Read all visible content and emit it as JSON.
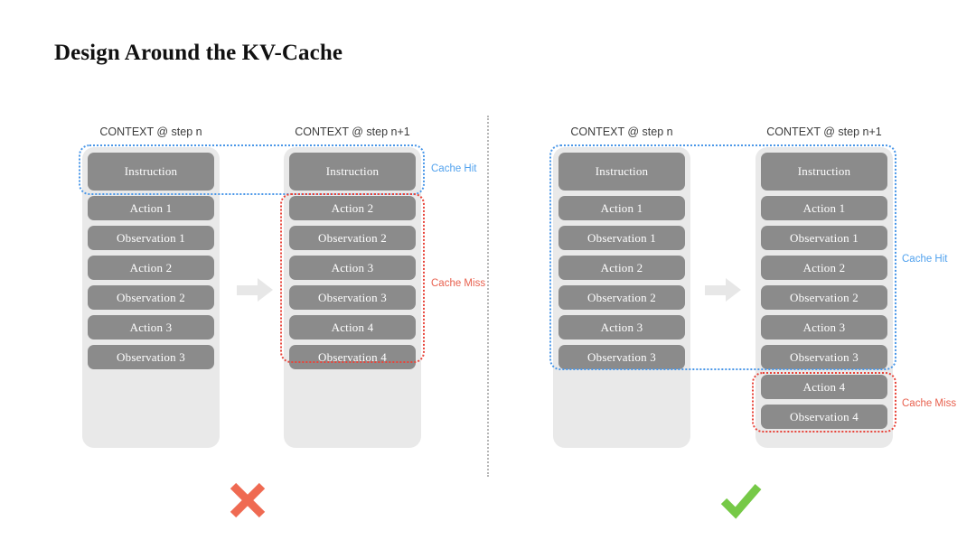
{
  "slide": {
    "title": "Design Around the KV-Cache",
    "colors": {
      "box_gray": "#8b8b8b",
      "panel_gray": "#e9e9e9",
      "cache_hit_blue": "#4a97e8",
      "cache_miss_red": "#e8443a",
      "cross_red": "#ef6a52",
      "check_green": "#72c койка"
    }
  },
  "labels": {
    "cache_hit": "Cache Hit",
    "cache_miss": "Cache Miss",
    "header_step_n": "CONTEXT @ step n",
    "header_step_n1": "CONTEXT @ step n+1"
  },
  "diagrams": [
    {
      "id": "bad-example",
      "verdict_icon": "cross-icon",
      "columns": [
        {
          "id": "bad-left",
          "header": "CONTEXT @ step n",
          "items": [
            "Instruction",
            "Action 1",
            "Observation 1",
            "Action 2",
            "Observation 2",
            "Action 3",
            "Observation 3"
          ]
        },
        {
          "id": "bad-right",
          "header": "CONTEXT @ step n+1",
          "items": [
            "Instruction",
            "Action 2",
            "Observation 2",
            "Action 3",
            "Observation 3",
            "Action 4",
            "Observation 4"
          ]
        }
      ],
      "regions": [
        {
          "kind": "hit",
          "label": "Cache Hit",
          "covers": "instruction-row-only"
        },
        {
          "kind": "miss",
          "label": "Cache Miss",
          "covers": "action2-to-observation4"
        }
      ]
    },
    {
      "id": "good-example",
      "verdict_icon": "check-icon",
      "columns": [
        {
          "id": "good-left",
          "header": "CONTEXT @ step n",
          "items": [
            "Instruction",
            "Action 1",
            "Observation 1",
            "Action 2",
            "Observation 2",
            "Action 3",
            "Observation 3"
          ]
        },
        {
          "id": "good-right",
          "header": "CONTEXT @ step n+1",
          "items": [
            "Instruction",
            "Action 1",
            "Observation 1",
            "Action 2",
            "Observation 2",
            "Action 3",
            "Observation 3",
            "Action 4",
            "Observation 4"
          ]
        }
      ],
      "regions": [
        {
          "kind": "hit",
          "label": "Cache Hit",
          "covers": "instruction-to-observation3"
        },
        {
          "kind": "miss",
          "label": "Cache Miss",
          "covers": "action4-to-observation4"
        }
      ]
    }
  ]
}
